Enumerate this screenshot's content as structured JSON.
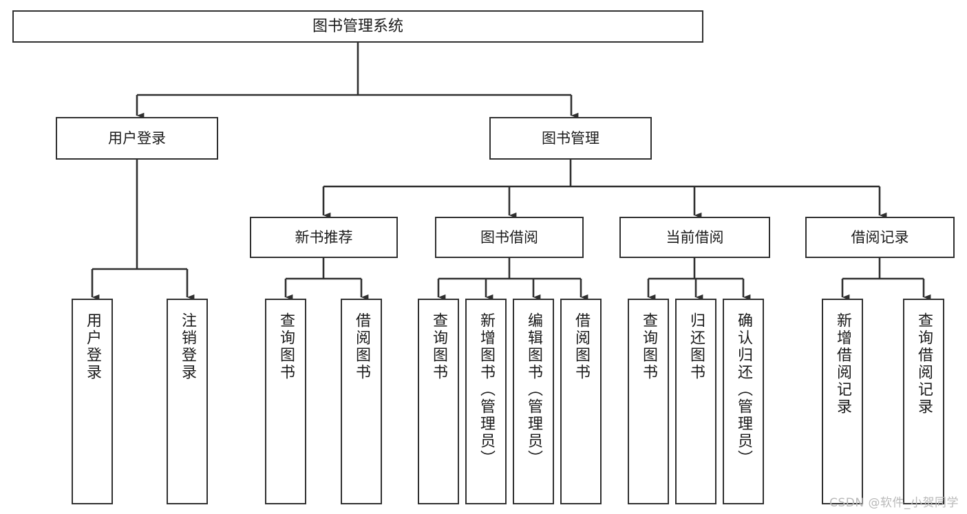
{
  "diagram": {
    "title": "图书管理系统",
    "type": "tree-hierarchy-diagram",
    "watermark": "CSDN @软件_小贺同学",
    "colors": {
      "stroke": "#2f2f2f",
      "fill": "#ffffff",
      "text": "#1a1a1a",
      "watermark": "#b9b9b9"
    },
    "levels": {
      "root": {
        "label": "图书管理系统"
      },
      "level2": [
        {
          "id": "user-login",
          "label": "用户登录"
        },
        {
          "id": "book-management",
          "label": "图书管理"
        }
      ],
      "level3": [
        {
          "id": "new-book-recommend",
          "label": "新书推荐",
          "parent": "book-management"
        },
        {
          "id": "book-borrow",
          "label": "图书借阅",
          "parent": "book-management"
        },
        {
          "id": "current-borrow",
          "label": "当前借阅",
          "parent": "book-management"
        },
        {
          "id": "borrow-record",
          "label": "借阅记录",
          "parent": "book-management"
        }
      ],
      "leaves": [
        {
          "id": "leaf-user-login",
          "label": "用户登录",
          "parent": "user-login"
        },
        {
          "id": "leaf-user-logout",
          "label": "注销登录",
          "parent": "user-login"
        },
        {
          "id": "leaf-query-book-1",
          "label": "查询图书",
          "parent": "new-book-recommend"
        },
        {
          "id": "leaf-borrow-book-1",
          "label": "借阅图书",
          "parent": "new-book-recommend"
        },
        {
          "id": "leaf-query-book-2",
          "label": "查询图书",
          "parent": "book-borrow"
        },
        {
          "id": "leaf-add-book",
          "label": "新增图书（管理员）",
          "parent": "book-borrow"
        },
        {
          "id": "leaf-edit-book",
          "label": "编辑图书（管理员）",
          "parent": "book-borrow"
        },
        {
          "id": "leaf-borrow-book-2",
          "label": "借阅图书",
          "parent": "book-borrow"
        },
        {
          "id": "leaf-query-book-3",
          "label": "查询图书",
          "parent": "current-borrow"
        },
        {
          "id": "leaf-return-book",
          "label": "归还图书",
          "parent": "current-borrow"
        },
        {
          "id": "leaf-confirm-return",
          "label": "确认归还（管理员）",
          "parent": "current-borrow"
        },
        {
          "id": "leaf-add-record",
          "label": "新增借阅记录",
          "parent": "borrow-record"
        },
        {
          "id": "leaf-query-record",
          "label": "查询借阅记录",
          "parent": "borrow-record"
        }
      ]
    }
  }
}
